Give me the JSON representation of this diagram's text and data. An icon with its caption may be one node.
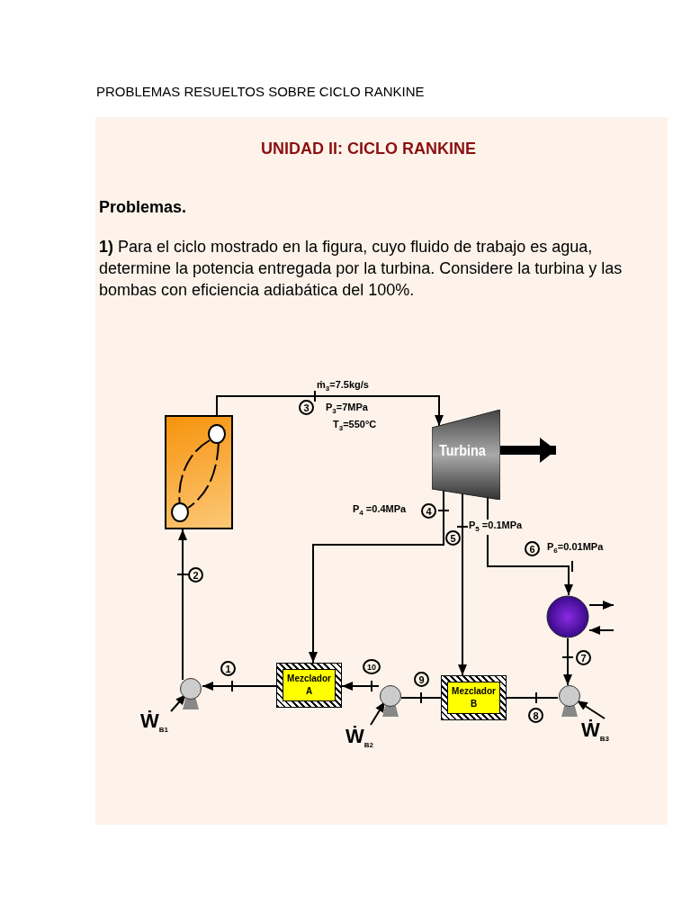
{
  "diagram": {
    "title": "PROBLEMAS RESUELTOS SOBRE CICLO RANKINE",
    "nodes": [
      {
        "text": [],
        "shape": "box"
      },
      {
        "text": [
          "Turbina"
        ]
      },
      {
        "text": [],
        "shape": "circle"
      },
      {
        "text": [],
        "shape": "pump"
      },
      {
        "text": [
          "Mezclador A"
        ]
      },
      {
        "text": [],
        "shape": "pump"
      },
      {
        "text": [
          "Mezclador B"
        ]
      },
      {
        "text": [],
        "shape": "pump"
      },
      {
        "text": [
          "Ẇ$_{B1}$"
        ]
      },
      {
        "text": [
          "Ẇ$_{B2}$"
        ]
      },
      {
        "text": [
          "Ẇ$_{B3}$"
        ]
      }
    ],
    "edges": [
      {
        "from": 0,
        "to": 1,
        "arrow": "to"
      },
      {
        "from": 1,
        "to": 4,
        "arrow": "to"
      },
      {
        "from": 1,
        "to": 6,
        "arrow": "to"
      },
      {
        "from": 1,
        "to": 2,
        "arrow": "to"
      },
      {
        "from": 2,
        "to": 7,
        "arrow": "to"
      },
      {
        "from": 7,
        "to": 6,
        "arrow": "none"
      },
      {
        "from": 6,
        "to": 5,
        "arrow": "none"
      },
      {
        "from": 5,
        "to": 4,
        "arrow": "to"
      },
      {
        "from": 4,
        "to": 3,
        "arrow": "to"
      },
      {
        "from": 3,
        "to": 0,
        "arrow": "to"
      },
      {
        "from": 1,
        "to": null,
        "arrow": "to",
        "style": "thick"
      },
      {
        "from": 2,
        "to": null,
        "arrow": "to"
      },
      {
        "from": null,
        "to": 2,
        "arrow": "to"
      },
      {
        "from": 8,
        "to": 3,
        "arrow": "to"
      },
      {
        "from": 9,
        "to": 5,
        "arrow": "to"
      },
      {
        "from": 10,
        "to": 7,
        "arrow": "to"
      }
    ],
    "labels": [
      "UNIDAD II: CICLO RANKINE",
      "Problemas.",
      "**1)** Para el ciclo mostrado en la figura, cuyo fluido de trabajo es agua, determine la potencia entregada por la turbina. Considere la turbina y las bombas con eficiencia adiabática del 100%.",
      "ṁ$_{3}$=7.5kg/s",
      "3",
      "P$_{3}$=7MPa",
      "T$_{3}$=550°C",
      "P$_{4}$ =0.4MPa",
      "4",
      "5",
      "P$_{5}$ =0.1MPa",
      "6",
      "P$_{6}$=0.01MPa",
      "2",
      "7",
      "1",
      "10",
      "9",
      "8"
    ]
  }
}
